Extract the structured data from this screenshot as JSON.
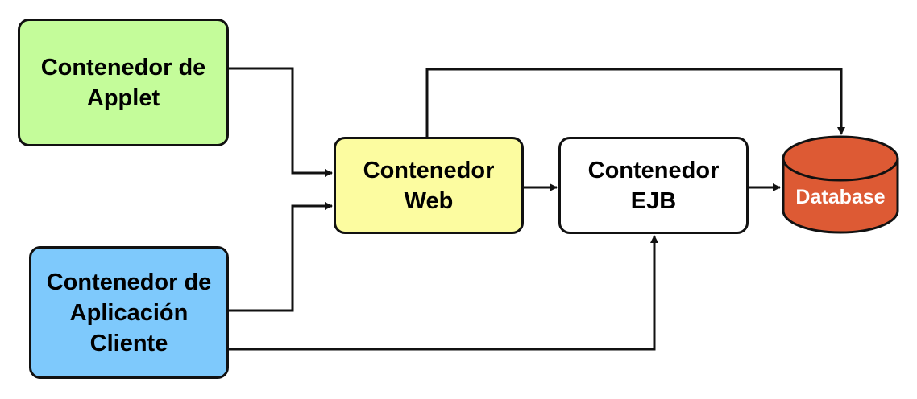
{
  "colors": {
    "applet": "#c4fc9a",
    "cliente": "#7ec9fc",
    "web": "#fcfca0",
    "ejb": "#ffffff",
    "database": "#dd5a34",
    "line": "#111111"
  },
  "nodes": {
    "applet": {
      "line1": "Contenedor de",
      "line2": "Applet"
    },
    "cliente": {
      "line1": "Contenedor de",
      "line2": "Aplicación",
      "line3": "Cliente"
    },
    "web": {
      "line1": "Contenedor",
      "line2": "Web"
    },
    "ejb": {
      "line1": "Contenedor",
      "line2": "EJB"
    },
    "database": {
      "label": "Database"
    }
  },
  "edges": [
    {
      "from": "applet",
      "to": "web"
    },
    {
      "from": "cliente",
      "to": "web"
    },
    {
      "from": "cliente",
      "to": "ejb"
    },
    {
      "from": "web",
      "to": "ejb"
    },
    {
      "from": "web",
      "to": "database"
    },
    {
      "from": "ejb",
      "to": "database"
    }
  ]
}
